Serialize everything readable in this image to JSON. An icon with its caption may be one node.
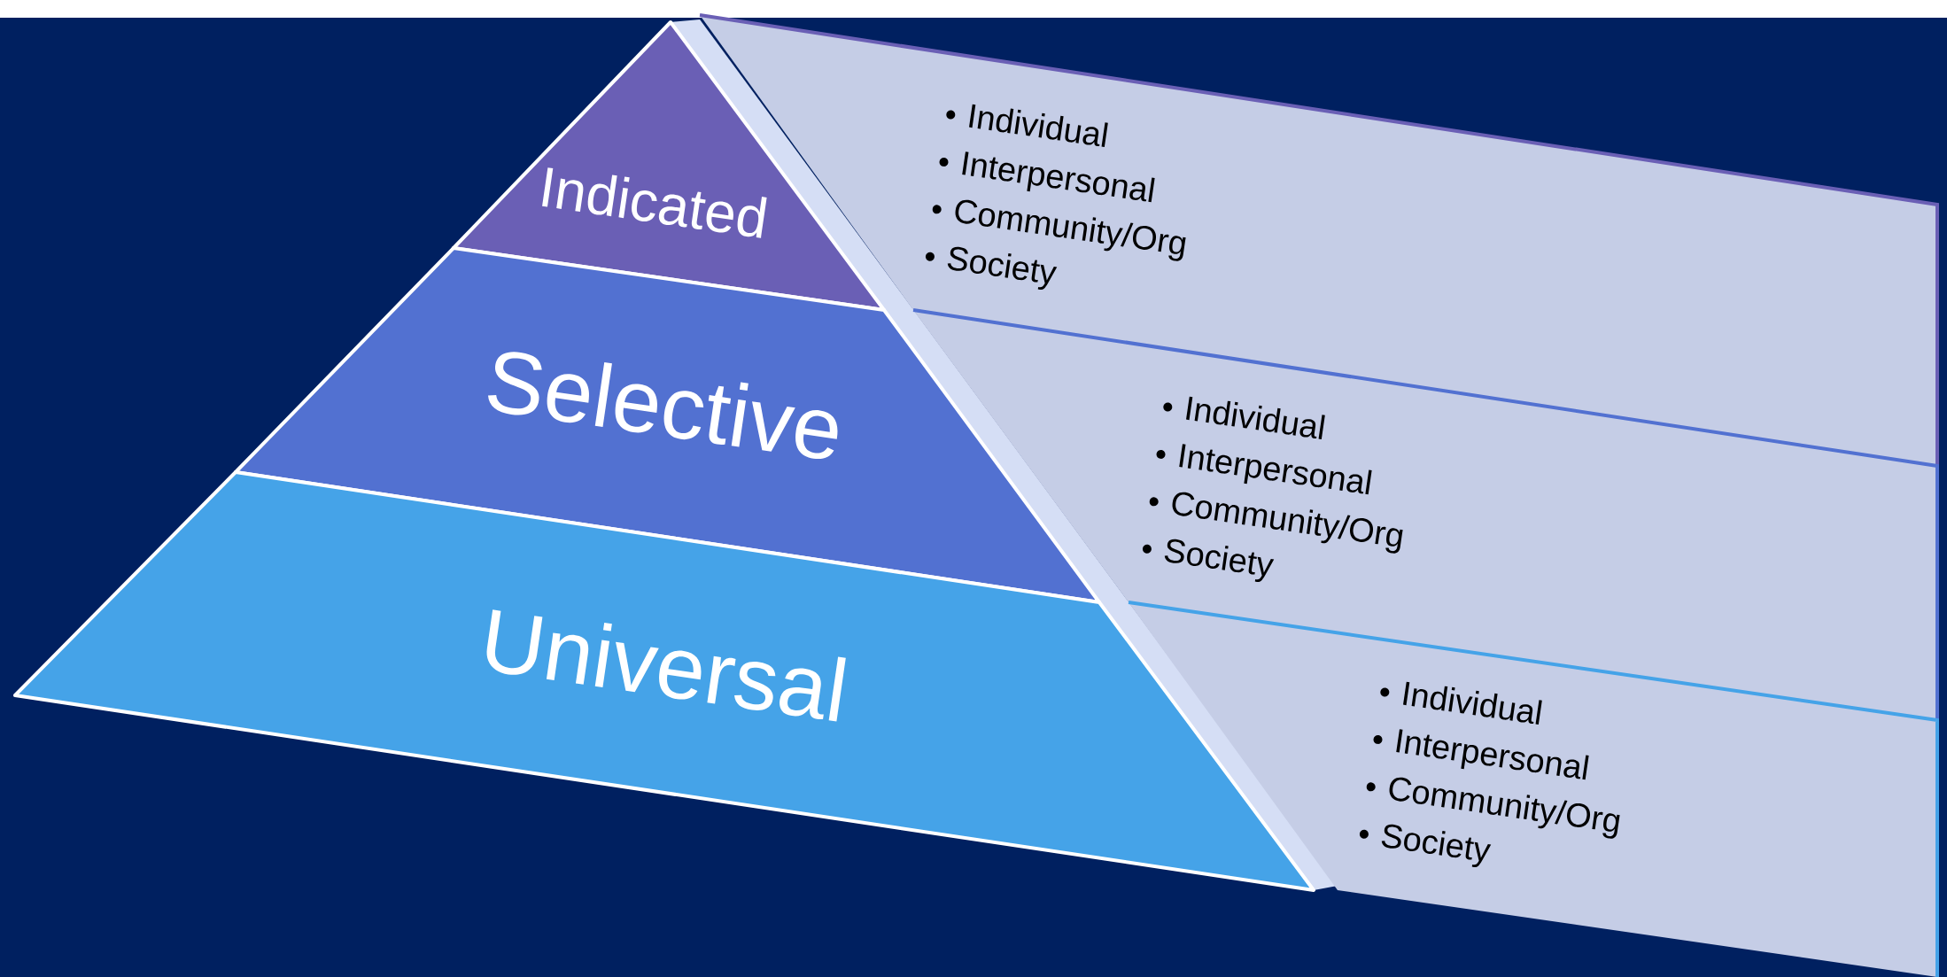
{
  "diagram": {
    "nodes": [
      {
        "text": [
          "Indicated"
        ]
      },
      {
        "text": [
          "Selective"
        ]
      },
      {
        "text": [
          "Universal"
        ]
      },
      {
        "text": [
          "Individual",
          "Interpersonal",
          "Community/Org",
          "Society"
        ]
      },
      {
        "text": [
          "Individual",
          "Interpersonal",
          "Community/Org",
          "Society"
        ]
      },
      {
        "text": [
          "Individual",
          "Interpersonal",
          "Community/Org",
          "Society"
        ]
      }
    ]
  }
}
